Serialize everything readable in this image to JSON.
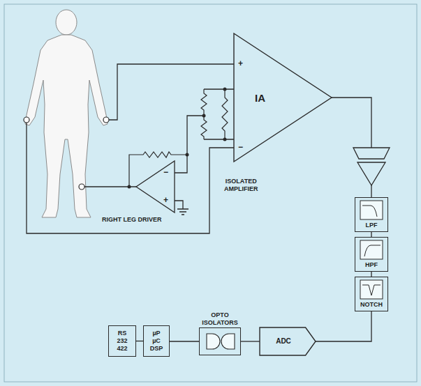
{
  "diagram": {
    "nodes": [
      {
        "text": [
          "IA"
        ]
      },
      {
        "text": [
          "LPF"
        ]
      },
      {
        "text": [
          "HPF"
        ]
      },
      {
        "text": [
          "NOTCH"
        ]
      },
      {
        "text": [
          "ADC"
        ]
      },
      {
        "text": [
          "OPTO ISOLATORS"
        ]
      },
      {
        "text": [
          "µP µC DSP"
        ]
      },
      {
        "text": [
          "RS 232 422"
        ]
      }
    ],
    "edges": [
      {
        "from": 1,
        "to": 2,
        "arrow": "none"
      },
      {
        "from": 2,
        "to": 3,
        "arrow": "none"
      },
      {
        "from": 3,
        "to": 4,
        "arrow": "none"
      },
      {
        "from": 4,
        "to": 5,
        "arrow": "none"
      },
      {
        "from": 5,
        "to": 6,
        "arrow": "none"
      },
      {
        "from": 6,
        "to": 7,
        "arrow": "none"
      }
    ],
    "labels": [
      "+",
      "−",
      "−",
      "+",
      "RIGHT LEG DRIVER",
      "ISOLATED AMPLIFIER"
    ]
  }
}
